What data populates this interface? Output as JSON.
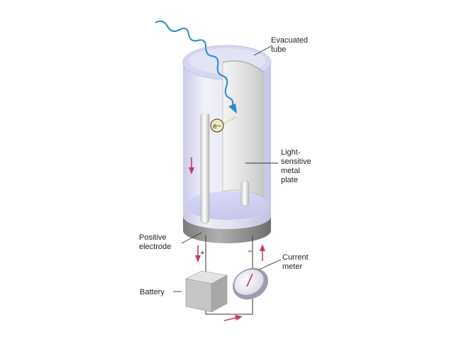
{
  "labels": {
    "evacuated_tube": [
      "Evacuated",
      "tube"
    ],
    "light_sensitive_plate": [
      "Light-",
      "sensitive",
      "metal",
      "plate"
    ],
    "positive_electrode": [
      "Positive",
      "electrode"
    ],
    "current_meter": [
      "Current",
      "meter"
    ],
    "battery": "Battery",
    "electron": "e−",
    "plus_sign": "+",
    "minus_sign": "−"
  },
  "colors": {
    "photon": "#2a88c9",
    "current_arrow": "#c8386a",
    "tube_glass": "#dcdcf4",
    "tube_base": "#8a8a8a",
    "electron_fill": "#f4eab8",
    "electron_path": "#e7c84a",
    "wire": "#333333"
  }
}
